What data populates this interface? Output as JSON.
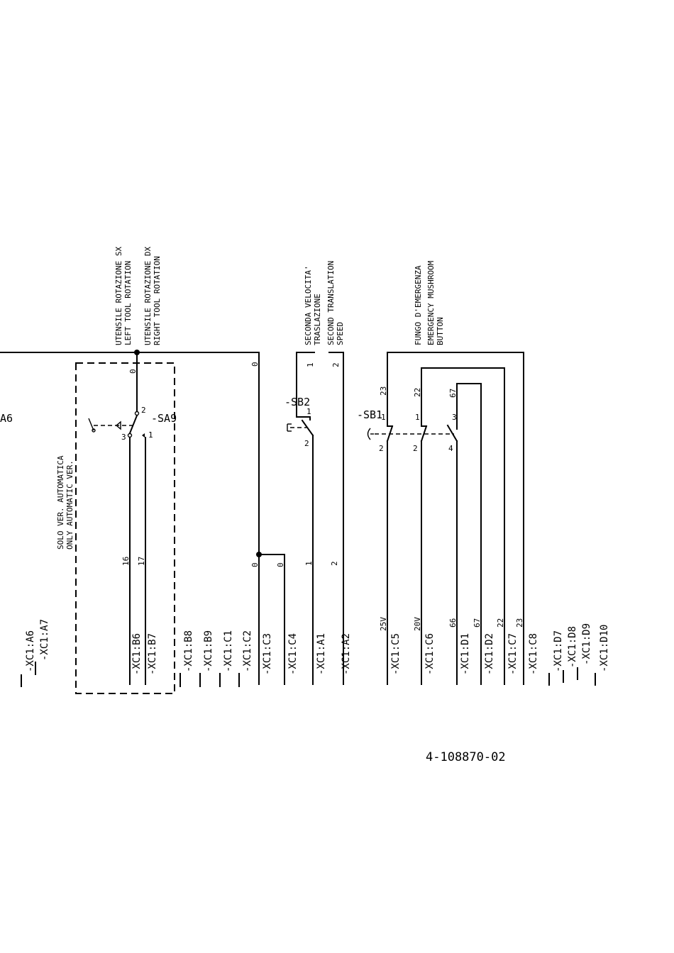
{
  "sheet_left_label": "A6",
  "document_number": "4-108870-02",
  "labels": {
    "utensile_sx": "UTENSILE ROTAZIONE SX",
    "left_tool": "LEFT TOOL ROTATION",
    "utensile_dx": "UTENSILE ROTAZIONE DX",
    "right_tool": "RIGHT TOOL ROTATION",
    "seconda": "SECONDA VELOCITA'",
    "traslazione": "TRASLAZIONE",
    "second_translation": "SECOND TRANSLATION",
    "speed": "SPEED",
    "fungo": "FUNGO D'EMERGENZA",
    "emergency": "EMERGENCY MUSHROOM",
    "button": "BUTTON",
    "solo": "SOLO VER. AUTOMATICA",
    "only": "ONLY AUTOMATIC VER."
  },
  "devices": {
    "sa9": "-SA9",
    "sb2": "-SB2",
    "sb1": "-SB1"
  },
  "wire_numbers": {
    "sa9_top": "0",
    "sa9_left": "16",
    "sa9_right": "17",
    "c3_bus": "0",
    "c3": "0",
    "c4": "0",
    "sb2_top_a": "1",
    "sb2_top_b": "2",
    "a1": "1",
    "a2": "2",
    "sb1_23": "23",
    "sb1_22": "22",
    "sb1_67": "67",
    "c5": "25V",
    "c6": "20V",
    "d1": "66",
    "d2": "67",
    "c7": "22",
    "c8": "23"
  },
  "contact_numbers": {
    "sa9_2": "2",
    "sa9_3": "3",
    "sa9_1": "1",
    "sb2_1": "1",
    "sb2_2": "2",
    "sb1_1": "1",
    "sb1_1b": "1",
    "sb1_3": "3",
    "sb1_2": "2",
    "sb1_2b": "2",
    "sb1_4": "4"
  },
  "terminals": {
    "a6": "-XC1:A6",
    "a7": "-XC1:A7",
    "b6": "-XC1:B6",
    "b7": "-XC1:B7",
    "b8": "-XC1:B8",
    "b9": "-XC1:B9",
    "c1": "-XC1:C1",
    "c2": "-XC1:C2",
    "c3": "-XC1:C3",
    "c4": "-XC1:C4",
    "a1": "-XC1:A1",
    "a2": "-XC1:A2",
    "c5": "-XC1:C5",
    "c6": "-XC1:C6",
    "d1": "-XC1:D1",
    "d2": "-XC1:D2",
    "c7": "-XC1:C7",
    "c8": "-XC1:C8",
    "d7": "-XC1:D7",
    "d8": "-XC1:D8",
    "d9": "-XC1:D9",
    "d10": "-XC1:D10"
  }
}
